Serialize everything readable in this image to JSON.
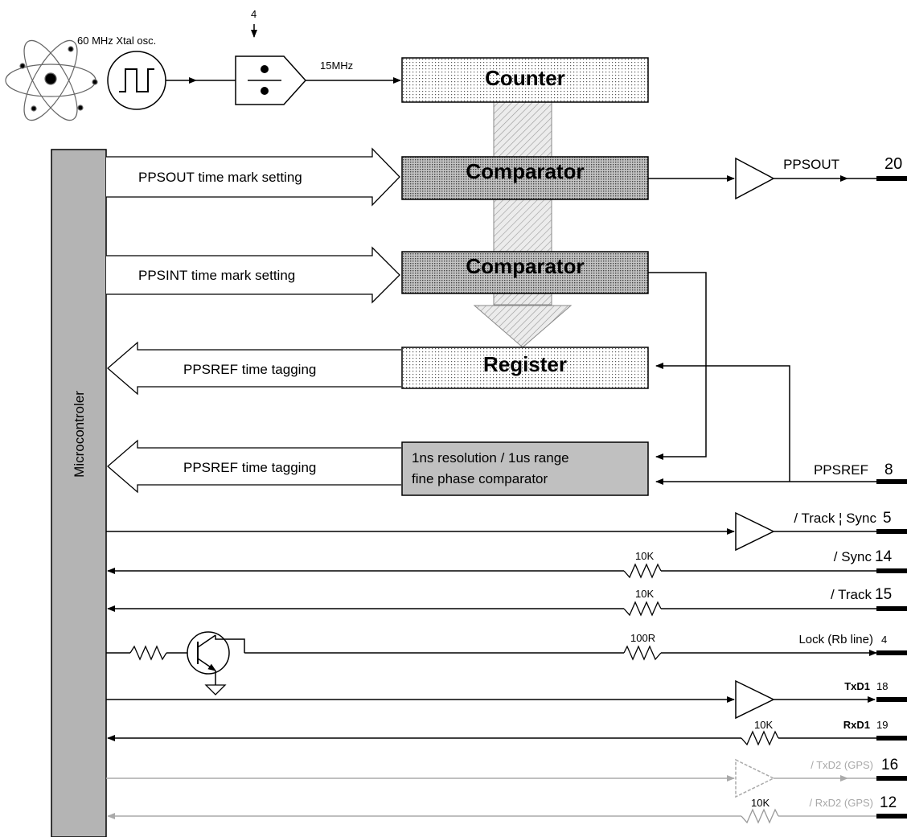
{
  "oscillator": {
    "label": "60 MHz Xtal osc."
  },
  "divider": {
    "factor": "4",
    "output_label": "15MHz"
  },
  "blocks": {
    "counter": "Counter",
    "comparator1": "Comparator",
    "comparator2": "Comparator",
    "register": "Register",
    "phase_comparator_line1": "1ns resolution / 1us range",
    "phase_comparator_line2": "fine phase comparator"
  },
  "microcontroller": {
    "label": "Microcontroler"
  },
  "buses": {
    "ppsout_setting": "PPSOUT time mark setting",
    "ppsint_setting": "PPSINT time mark setting",
    "ppsref_tagging_1": "PPSREF time tagging",
    "ppsref_tagging_2": "PPSREF time tagging"
  },
  "resistors": {
    "r_sync": "10K",
    "r_track": "10K",
    "r_lock": "100R",
    "r_rxd1": "10K",
    "r_rxd2": "10K"
  },
  "pins": [
    {
      "signal": "PPSOUT",
      "number": "20"
    },
    {
      "signal": "PPSREF",
      "number": "8"
    },
    {
      "signal": "/ Track ¦ Sync",
      "number": "5"
    },
    {
      "signal": "/ Sync",
      "number": "14"
    },
    {
      "signal": "/ Track",
      "number": "15"
    },
    {
      "signal": "Lock (Rb line)",
      "number": "4"
    },
    {
      "signal": "TxD1",
      "number": "18"
    },
    {
      "signal": "RxD1",
      "number": "19"
    },
    {
      "signal": "/ TxD2 (GPS)",
      "number": "16"
    },
    {
      "signal": "/ RxD2 (GPS)",
      "number": "12"
    }
  ]
}
